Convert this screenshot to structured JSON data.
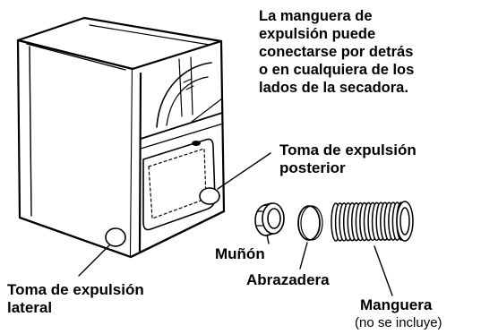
{
  "note": {
    "lines": [
      "La manguera de",
      "expulsión puede",
      "conectarse por detrás",
      "o en cualquiera de los",
      "lados de la secadora."
    ]
  },
  "labels": {
    "rear_exhaust": [
      "Toma de expulsión",
      "posterior"
    ],
    "side_exhaust": [
      "Toma de expulsión",
      "lateral"
    ],
    "stub": "Muñón",
    "clamp": "Abrazadera",
    "hose": "Manguera",
    "hose_note": "(no se incluye)"
  }
}
